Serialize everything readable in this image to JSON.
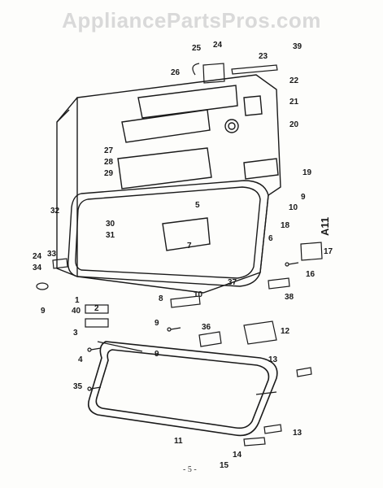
{
  "watermark": "AppliancePartsPros.com",
  "figure_label": "A11",
  "page_number": "- 5 -",
  "callouts": [
    "1",
    "2",
    "3",
    "4",
    "5",
    "6",
    "7",
    "8",
    "9",
    "9",
    "9",
    "10",
    "10",
    "11",
    "12",
    "13",
    "13",
    "14",
    "15",
    "16",
    "17",
    "18",
    "19",
    "20",
    "21",
    "22",
    "23",
    "24",
    "24",
    "25",
    "26",
    "27",
    "28",
    "29",
    "30",
    "31",
    "32",
    "33",
    "34",
    "35",
    "36",
    "37",
    "38",
    "39",
    "40"
  ]
}
